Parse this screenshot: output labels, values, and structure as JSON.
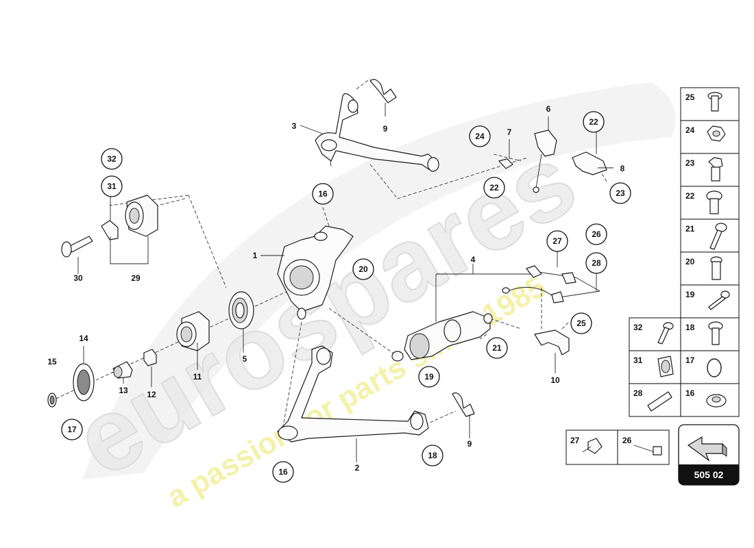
{
  "watermark": {
    "brand": "eurospares",
    "slogan": "a passion for parts since 1985"
  },
  "page_code": "505 02",
  "callouts": [
    "1",
    "2",
    "3",
    "4",
    "5",
    "6",
    "7",
    "8",
    "9",
    "9",
    "10",
    "11",
    "12",
    "13",
    "14",
    "15",
    "16",
    "16",
    "17",
    "18",
    "19",
    "20",
    "21",
    "22",
    "22",
    "23",
    "24",
    "25",
    "26",
    "27",
    "28",
    "29",
    "30",
    "31",
    "32"
  ],
  "legend": {
    "single": [
      "25",
      "24",
      "23",
      "22",
      "21",
      "20",
      "19"
    ],
    "left": [
      "32",
      "31",
      "28"
    ],
    "right": [
      "18",
      "17",
      "16"
    ],
    "bottom": [
      "27",
      "26"
    ]
  }
}
